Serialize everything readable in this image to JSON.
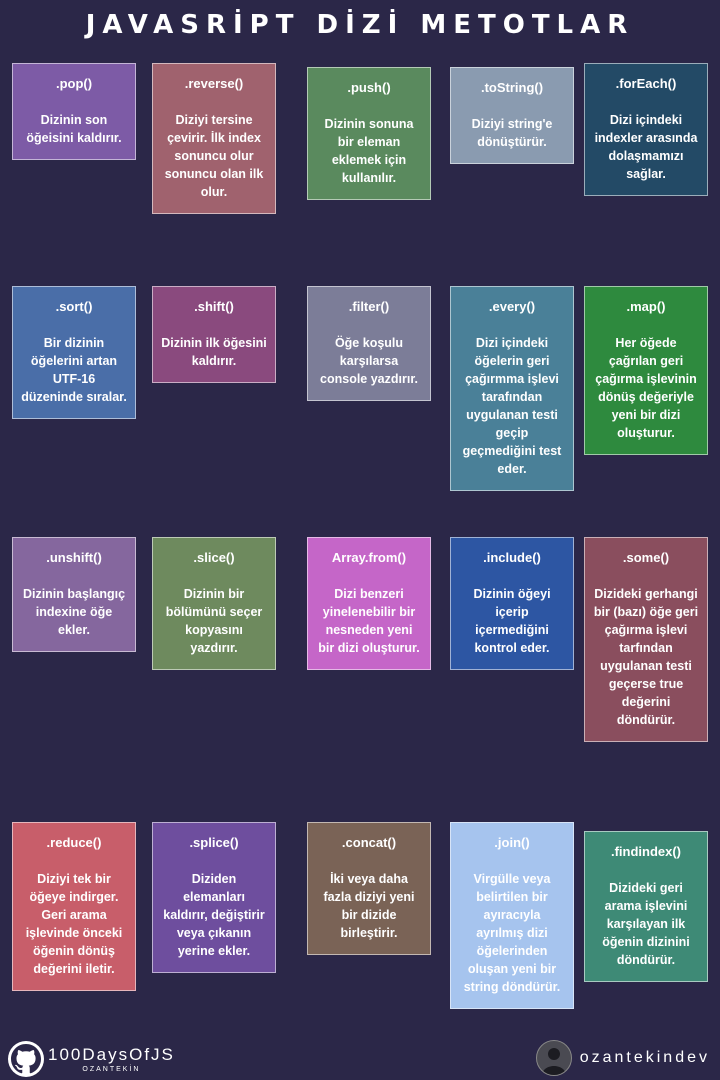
{
  "title": "JAVASRİPT DİZİ METOTLAR",
  "cards": [
    {
      "name": ".pop()",
      "desc": "Dizinin son öğeisini kaldırır.",
      "color": "#7d5ba6"
    },
    {
      "name": ".reverse()",
      "desc": "Diziyi tersine çevirir. İlk index sonuncu olur sonuncu olan ilk olur.",
      "color": "#a0626e"
    },
    {
      "name": ".push()",
      "desc": "Dizinin sonuna bir eleman eklemek için kullanılır.",
      "color": "#5a8a5e"
    },
    {
      "name": ".toString()",
      "desc": "Diziyi string'e dönüştürür.",
      "color": "#8a9bb0"
    },
    {
      "name": ".forEach()",
      "desc": "Dizi içindeki indexler arasında dolaşmamızı sağlar.",
      "color": "#234a66"
    },
    {
      "name": ".sort()",
      "desc": "Bir dizinin öğelerini artan UTF-16 düzeninde sıralar.",
      "color": "#4a6ea8"
    },
    {
      "name": ".shift()",
      "desc": "Dizinin ilk öğesini kaldırır.",
      "color": "#8a4a7e"
    },
    {
      "name": ".filter()",
      "desc": "Öğe koşulu karşılarsa console yazdırır.",
      "color": "#7c7d98"
    },
    {
      "name": ".every()",
      "desc": "Dizi içindeki öğelerin geri çağırmma işlevi tarafından uygulanan testi geçip geçmediğini test eder.",
      "color": "#4a8098"
    },
    {
      "name": ".map()",
      "desc": "Her öğede çağrılan geri çağırma işlevinin dönüş değeriyle yeni bir dizi oluşturur.",
      "color": "#2e8a3e"
    },
    {
      "name": ".unshift()",
      "desc": "Dizinin başlangıç indexine öğe ekler.",
      "color": "#85679e"
    },
    {
      "name": ".slice()",
      "desc": "Dizinin bir bölümünü seçer kopyasını yazdırır.",
      "color": "#6e8a5e"
    },
    {
      "name": "Array.from()",
      "desc": "Dizi benzeri yinelenebilir bir nesneden yeni bir dizi oluşturur.",
      "color": "#c566c8"
    },
    {
      "name": ".include()",
      "desc": "Dizinin öğeyi içerip içermediğini kontrol eder.",
      "color": "#2d56a3"
    },
    {
      "name": ".some()",
      "desc": "Dizideki gerhangi bir (bazı) öğe geri çağırma işlevi tarfından uygulanan testi geçerse true değerini döndürür.",
      "color": "#8a4e5e"
    },
    {
      "name": ".reduce()",
      "desc": "Diziyi tek bir öğeye indirger. Geri arama işlevinde önceki öğenin dönüş değerini iletir.",
      "color": "#c85e6a"
    },
    {
      "name": ".splice()",
      "desc": "Diziden elemanları kaldırır, değiştirir veya çıkanın yerine ekler.",
      "color": "#6e4e9e"
    },
    {
      "name": ".concat()",
      "desc": "İki veya daha fazla diziyi yeni bir dizide birleştirir.",
      "color": "#7a6356"
    },
    {
      "name": ".join()",
      "desc": "Virgülle veya belirtilen bir ayıracıyla ayrılmış dizi öğelerinden oluşan yeni bir string döndürür.",
      "color": "#a6c4ee"
    },
    {
      "name": ".findindex()",
      "desc": "Dizideki geri arama işlevini karşılayan ilk öğenin dizinini döndürür.",
      "color": "#3e8a76"
    }
  ],
  "footer": {
    "brand": "100DaysOfJS",
    "brand_sub": "OZANTEKİN",
    "handle": "ozantekindev",
    "github_icon": "github-icon",
    "avatar": "avatar"
  }
}
